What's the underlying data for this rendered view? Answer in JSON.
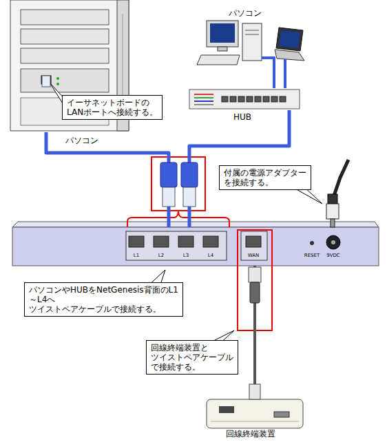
{
  "diagram": {
    "nodes": [
      {
        "text": [
          "パソコン"
        ]
      },
      {
        "text": [
          "イーサネットボードの LANポートへ接続する。"
        ]
      },
      {
        "text": [
          "パソコン"
        ]
      },
      {
        "text": [
          "HUB"
        ]
      },
      {
        "text": [
          "付属の電源アダプター を接続する。"
        ]
      },
      {
        "text": [
          "L1",
          "L2",
          "L3",
          "L4",
          "WAN",
          "RESET",
          "9VDC"
        ]
      },
      {
        "text": [
          "パソコンやHUBをNetGenesis背面のL1～L4へ ツイストペアケーブルで接続する。"
        ]
      },
      {
        "text": [
          "回線終端装置と ツイストペアケーブル で接続する。"
        ]
      },
      {
        "text": [
          "回線終端装置"
        ]
      }
    ],
    "edges": [
      {
        "from": 0,
        "to": 5,
        "arrow": "none"
      },
      {
        "from": 3,
        "to": 5,
        "arrow": "none"
      },
      {
        "from": 2,
        "to": 3,
        "arrow": "none"
      },
      {
        "from": 2,
        "to": 3,
        "arrow": "none"
      },
      {
        "from": 5,
        "to": 8,
        "arrow": "none"
      }
    ]
  }
}
